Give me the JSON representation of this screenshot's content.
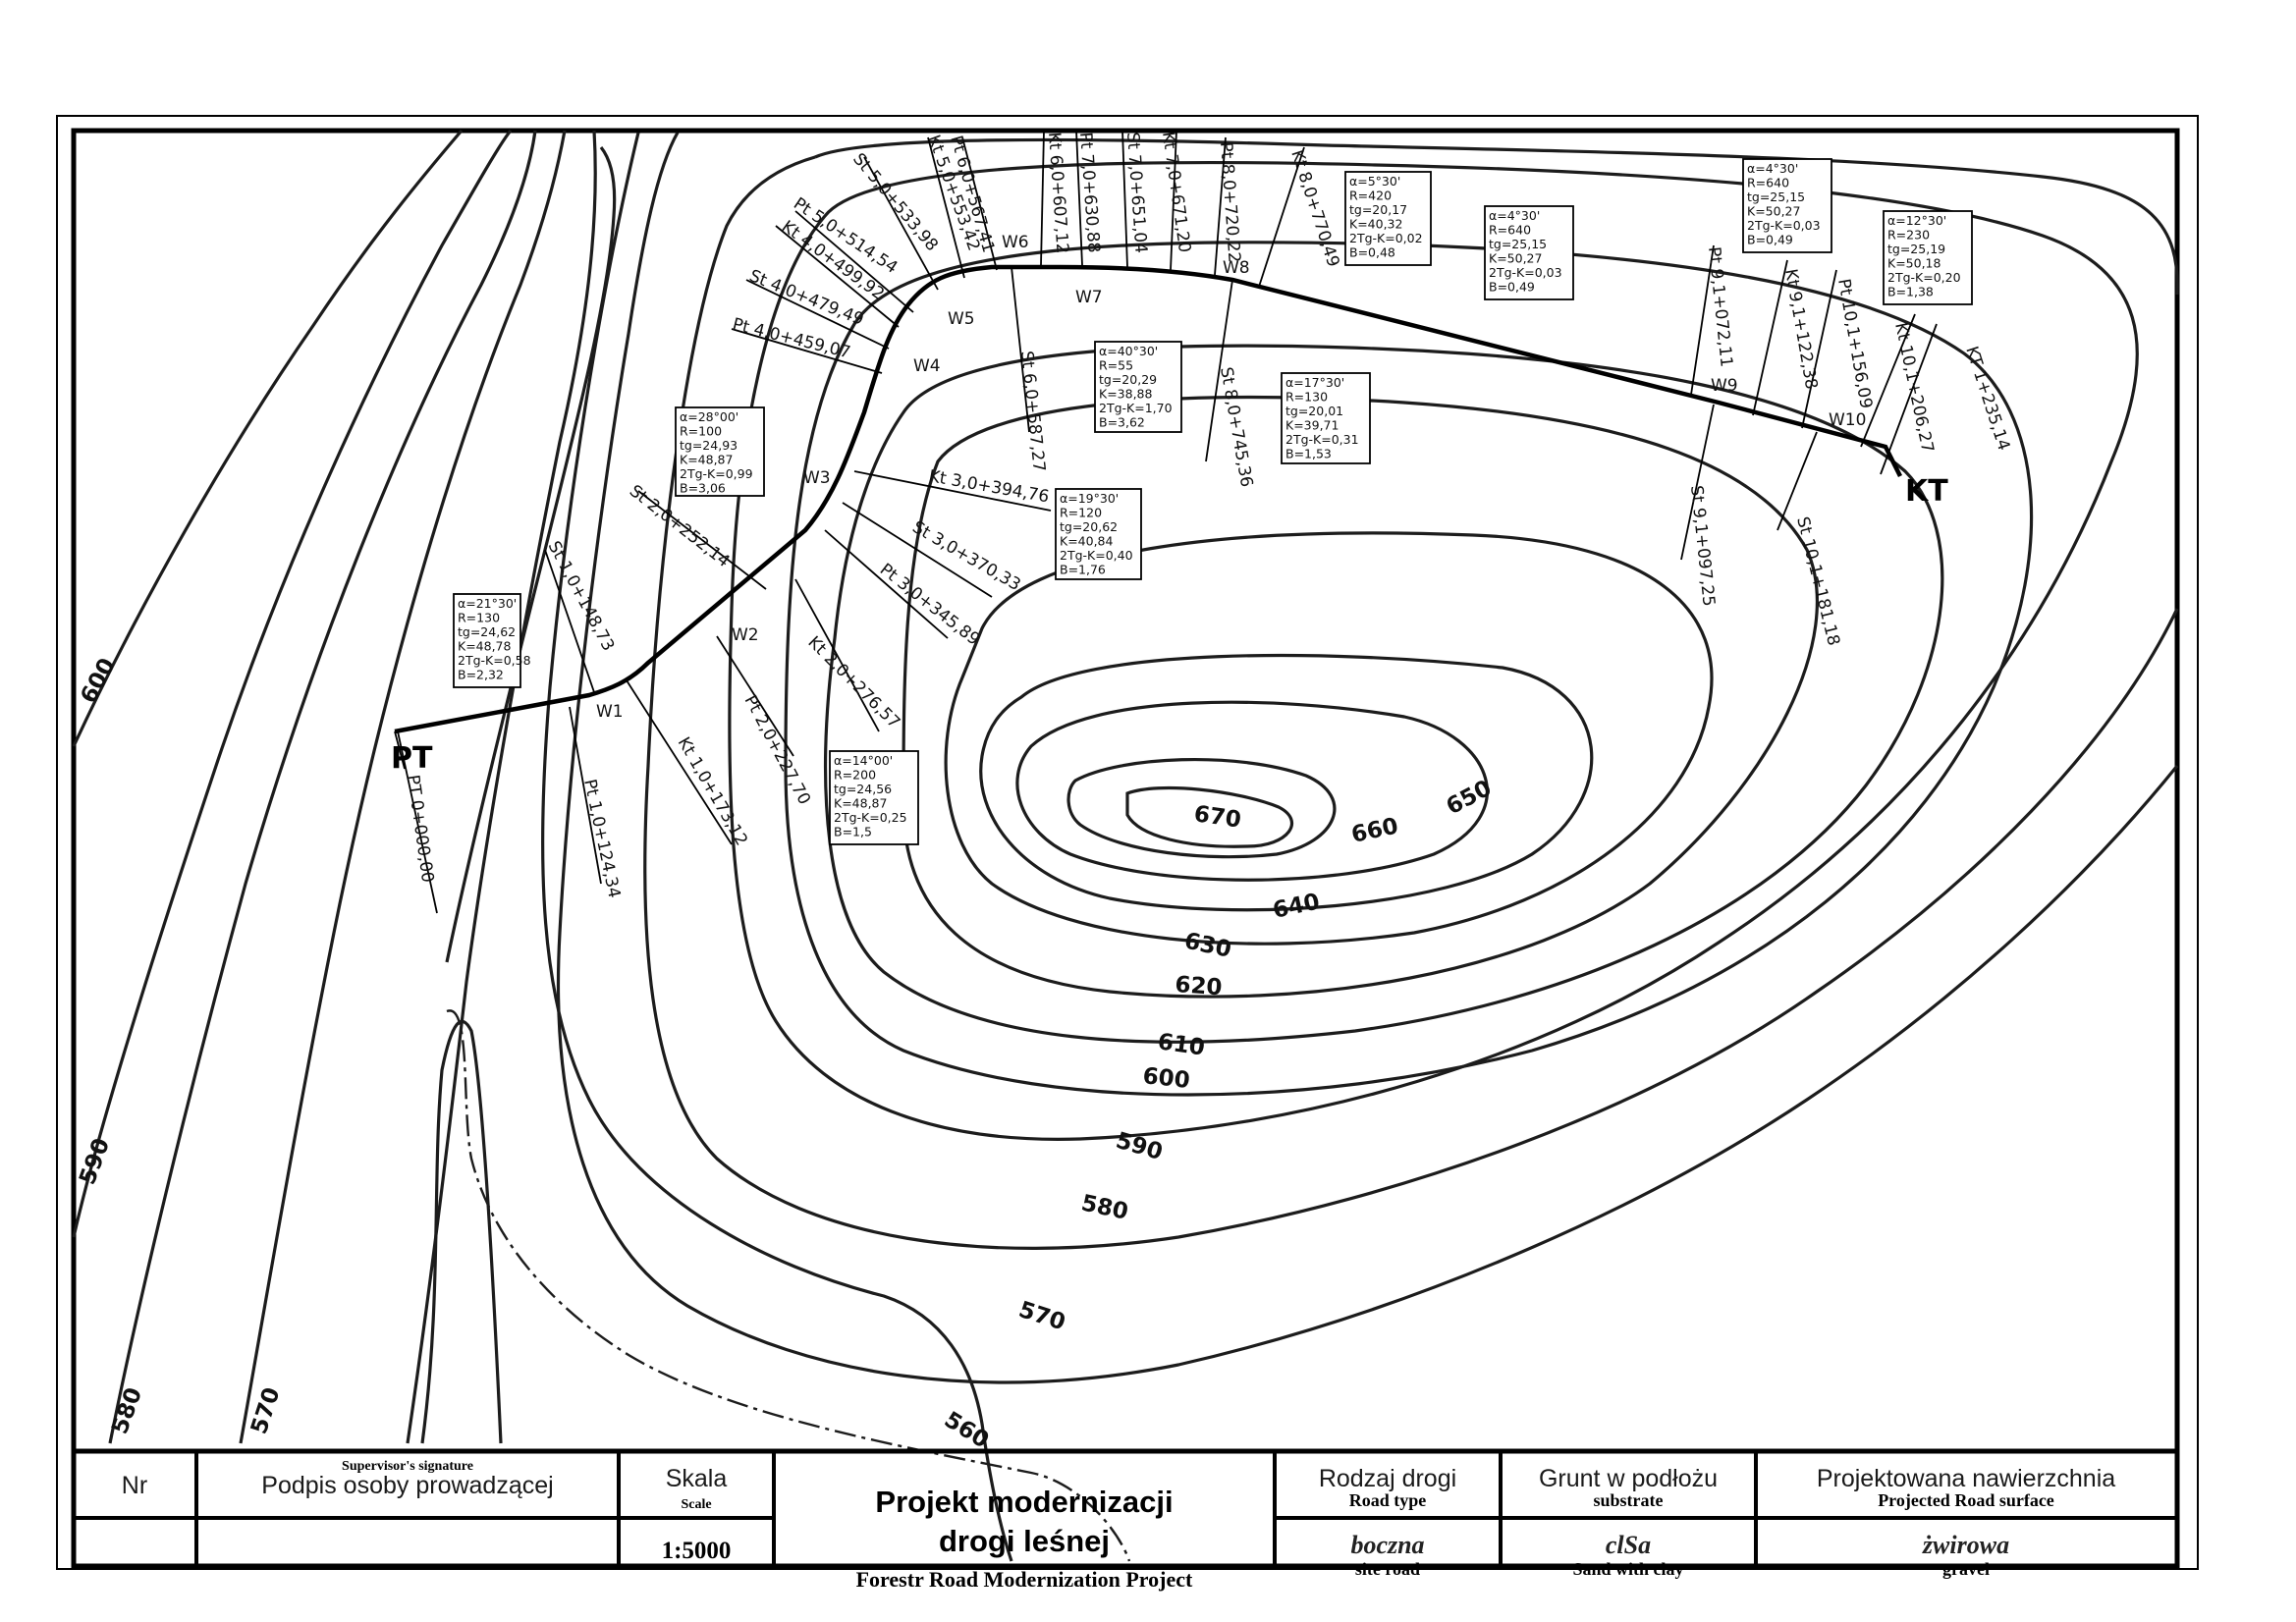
{
  "map": {
    "start_label": "PT",
    "end_label": "KT",
    "contour_labels": [
      "670",
      "660",
      "650",
      "640",
      "630",
      "620",
      "610",
      "600",
      "590",
      "580",
      "570",
      "560",
      "600",
      "590",
      "580",
      "570"
    ],
    "vertices": [
      "W1",
      "W2",
      "W3",
      "W4",
      "W5",
      "W6",
      "W7",
      "W8",
      "W9",
      "W10"
    ],
    "stations": [
      "PT 0+000,00",
      "Pt 1,0+124,34",
      "St 1,0+148,73",
      "Kt 1,0+173,12",
      "Pt 2,0+227,70",
      "St 2,0+252,14",
      "Kt 2,0+276,57",
      "Pt 3,0+345,89",
      "St 3,0+370,33",
      "Kt 3,0+394,76",
      "Pt 4,0+459,07",
      "St 4,0+479,49",
      "Kt 4,0+499,92",
      "Pt 5,0+514,54",
      "St 5,0+533,98",
      "Kt 5,0+553,42",
      "Pt 6,0+567,41",
      "St 6,0+587,27",
      "Kt 6,0+607,12",
      "Pt 7,0+630,88",
      "St 7,0+651,04",
      "Kt 7,0+671,20",
      "Pt 8,0+720,22",
      "St 8,0+745,36",
      "Kt 8,0+770,49",
      "Pt 9,1+072,11",
      "St 9,1+097,25",
      "Kt 9,1+122,38",
      "Pt 10,1+156,09",
      "St 10,1+181,18",
      "Kt 10,1+206,27",
      "KT 1+235,14"
    ],
    "curve_boxes": [
      {
        "alpha": "α=21°30'",
        "R": "R=130",
        "tg": "tg=24,62",
        "K": "K=48,78",
        "T": "2Tg-K=0,58",
        "B": "B=2,32"
      },
      {
        "alpha": "α=28°00'",
        "R": "R=100",
        "tg": "tg=24,93",
        "K": "K=48,87",
        "T": "2Tg-K=0,99",
        "B": "B=3,06"
      },
      {
        "alpha": "α=14°00'",
        "R": "R=200",
        "tg": "tg=24,56",
        "K": "K=48,87",
        "T": "2Tg-K=0,25",
        "B": "B=1,5"
      },
      {
        "alpha": "α=19°30'",
        "R": "R=120",
        "tg": "tg=20,62",
        "K": "K=40,84",
        "T": "2Tg-K=0,40",
        "B": "B=1,76"
      },
      {
        "alpha": "α=40°30'",
        "R": "R=55",
        "tg": "tg=20,29",
        "K": "K=38,88",
        "T": "2Tg-K=1,70",
        "B": "B=3,62"
      },
      {
        "alpha": "α=17°30'",
        "R": "R=130",
        "tg": "tg=20,01",
        "K": "K=39,71",
        "T": "2Tg-K=0,31",
        "B": "B=1,53"
      },
      {
        "alpha": "α=5°30'",
        "R": "R=420",
        "tg": "tg=20,17",
        "K": "K=40,32",
        "T": "2Tg-K=0,02",
        "B": "B=0,48"
      },
      {
        "alpha": "α=4°30'",
        "R": "R=640",
        "tg": "tg=25,15",
        "K": "K=50,27",
        "T": "2Tg-K=0,03",
        "B": "B=0,49"
      },
      {
        "alpha": "α=4°30'",
        "R": "R=640",
        "tg": "tg=25,15",
        "K": "K=50,27",
        "T": "2Tg-K=0,03",
        "B": "B=0,49"
      },
      {
        "alpha": "α=12°30'",
        "R": "R=230",
        "tg": "tg=25,19",
        "K": "K=50,18",
        "T": "2Tg-K=0,20",
        "B": "B=1,38"
      }
    ]
  },
  "title_block": {
    "nr_header": "Nr",
    "signature_sup": "Supervisor's signature",
    "signature_header": "Podpis osoby prowadzącej",
    "scale_header": "Skala",
    "scale_sub": "Scale",
    "scale_value": "1:5000",
    "title_line1": "Projekt modernizacji",
    "title_line2": "drogi leśnej",
    "title_en": "Forestr Road Modernization Project",
    "road_type_header": "Rodzaj drogi",
    "road_type_sub": "Road type",
    "road_type_value": "boczna",
    "road_type_value_en": "site road",
    "substrate_header": "Grunt w podłożu",
    "substrate_sub": "substrate",
    "substrate_value": "clSa",
    "substrate_value_en": "Sand with clay",
    "surface_header": "Projektowana nawierzchnia",
    "surface_sub": "Projected Road surface",
    "surface_value": "żwirowa",
    "surface_value_en": "gravel"
  }
}
